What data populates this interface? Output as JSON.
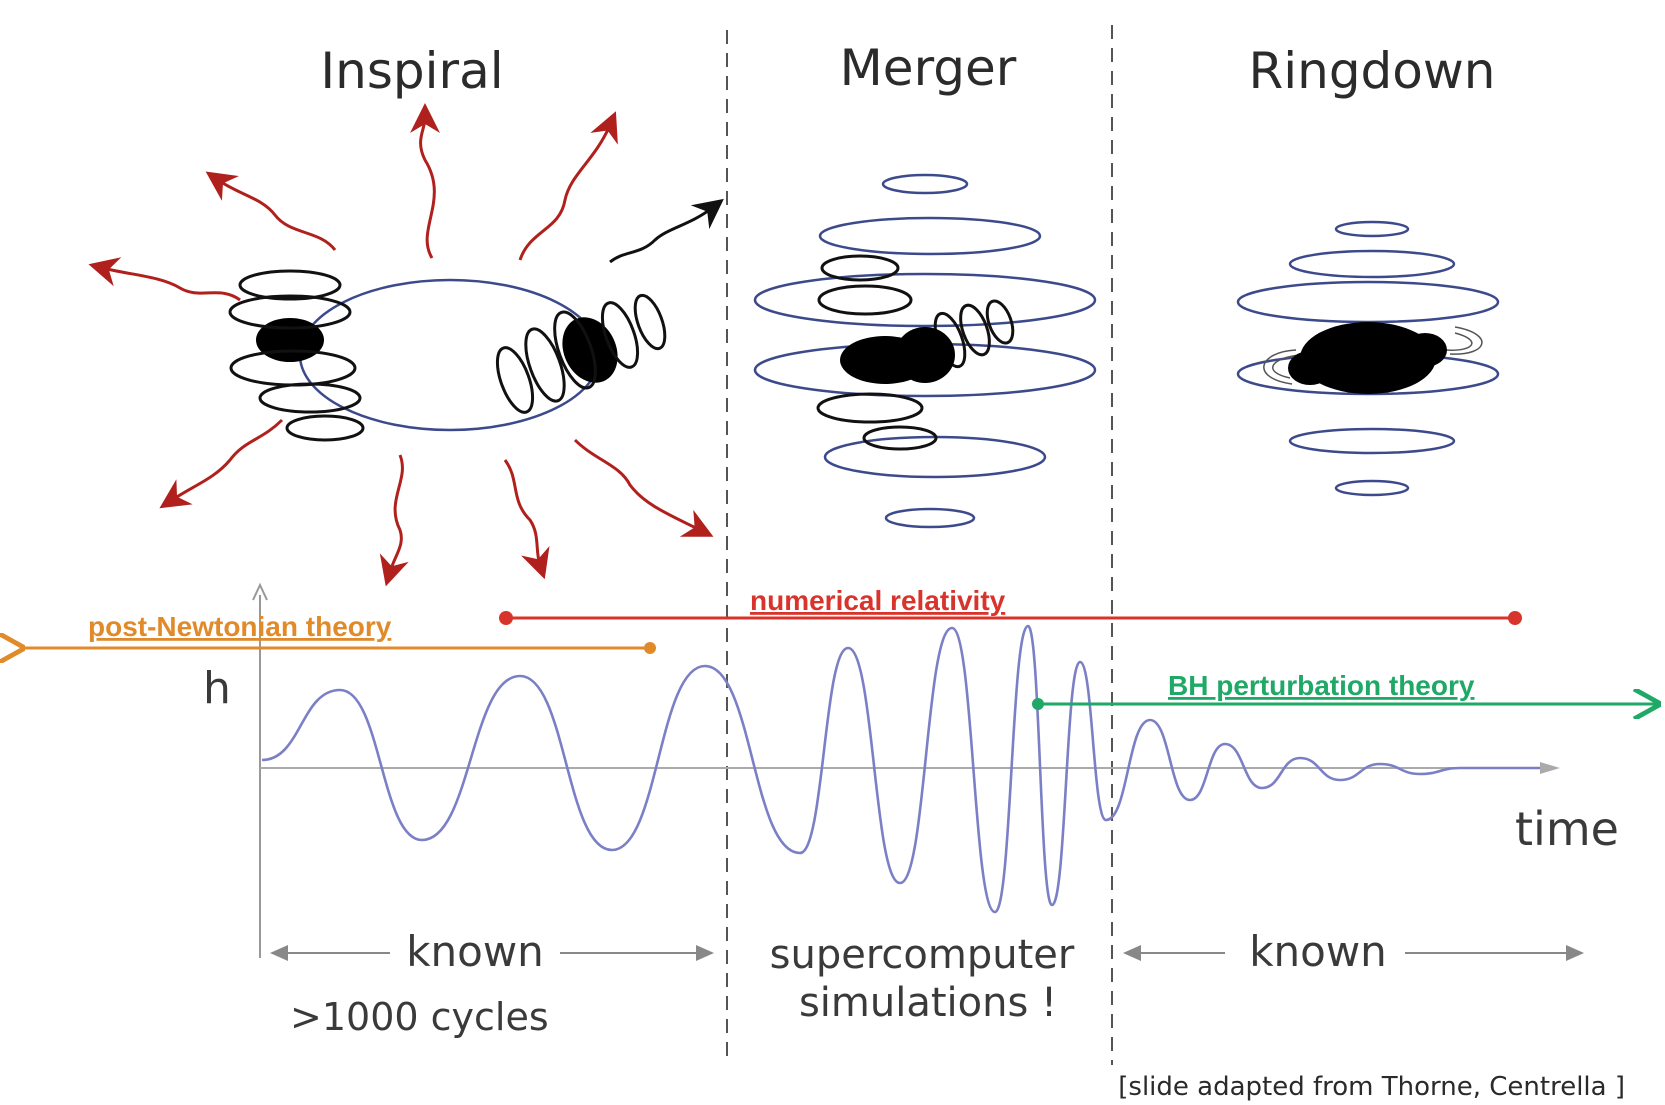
{
  "phases": {
    "inspiral": "Inspiral",
    "merger": "Merger",
    "ringdown": "Ringdown"
  },
  "theories": {
    "post_newtonian": {
      "label": "post-Newtonian theory",
      "color": "#e08a2a"
    },
    "numerical_relativity": {
      "label": "numerical relativity",
      "color": "#d9342b"
    },
    "bh_perturbation": {
      "label": "BH perturbation theory",
      "color": "#1fa866"
    }
  },
  "axes": {
    "y_label": "h",
    "x_label": "time"
  },
  "bottom": {
    "inspiral_known": "known",
    "inspiral_cycles": ">1000 cycles",
    "merger_line1": "supercomputer",
    "merger_line2": "simulations !",
    "ringdown_known": "known"
  },
  "credit": "[slide adapted from Thorne, Centrella ]",
  "colors": {
    "wave": "#7b7fc6",
    "arrow_red": "#b0201c",
    "ink": "#111111",
    "orbit": "#3c4a8c"
  }
}
